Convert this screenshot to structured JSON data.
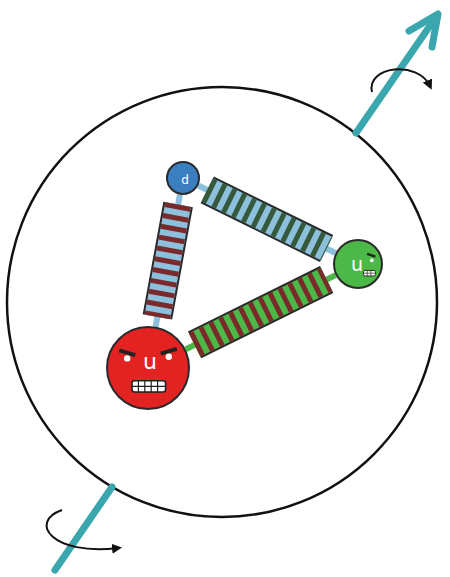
{
  "diagram": {
    "nodes": [
      {
        "text": [
          "d"
        ]
      },
      {
        "text": [
          "u"
        ]
      },
      {
        "text": [
          "u"
        ]
      }
    ],
    "edges": [
      {
        "from": 0,
        "to": 1,
        "arrow": "none"
      },
      {
        "from": 0,
        "to": 2,
        "arrow": "none"
      },
      {
        "from": 2,
        "to": 1,
        "arrow": "none"
      }
    ]
  }
}
